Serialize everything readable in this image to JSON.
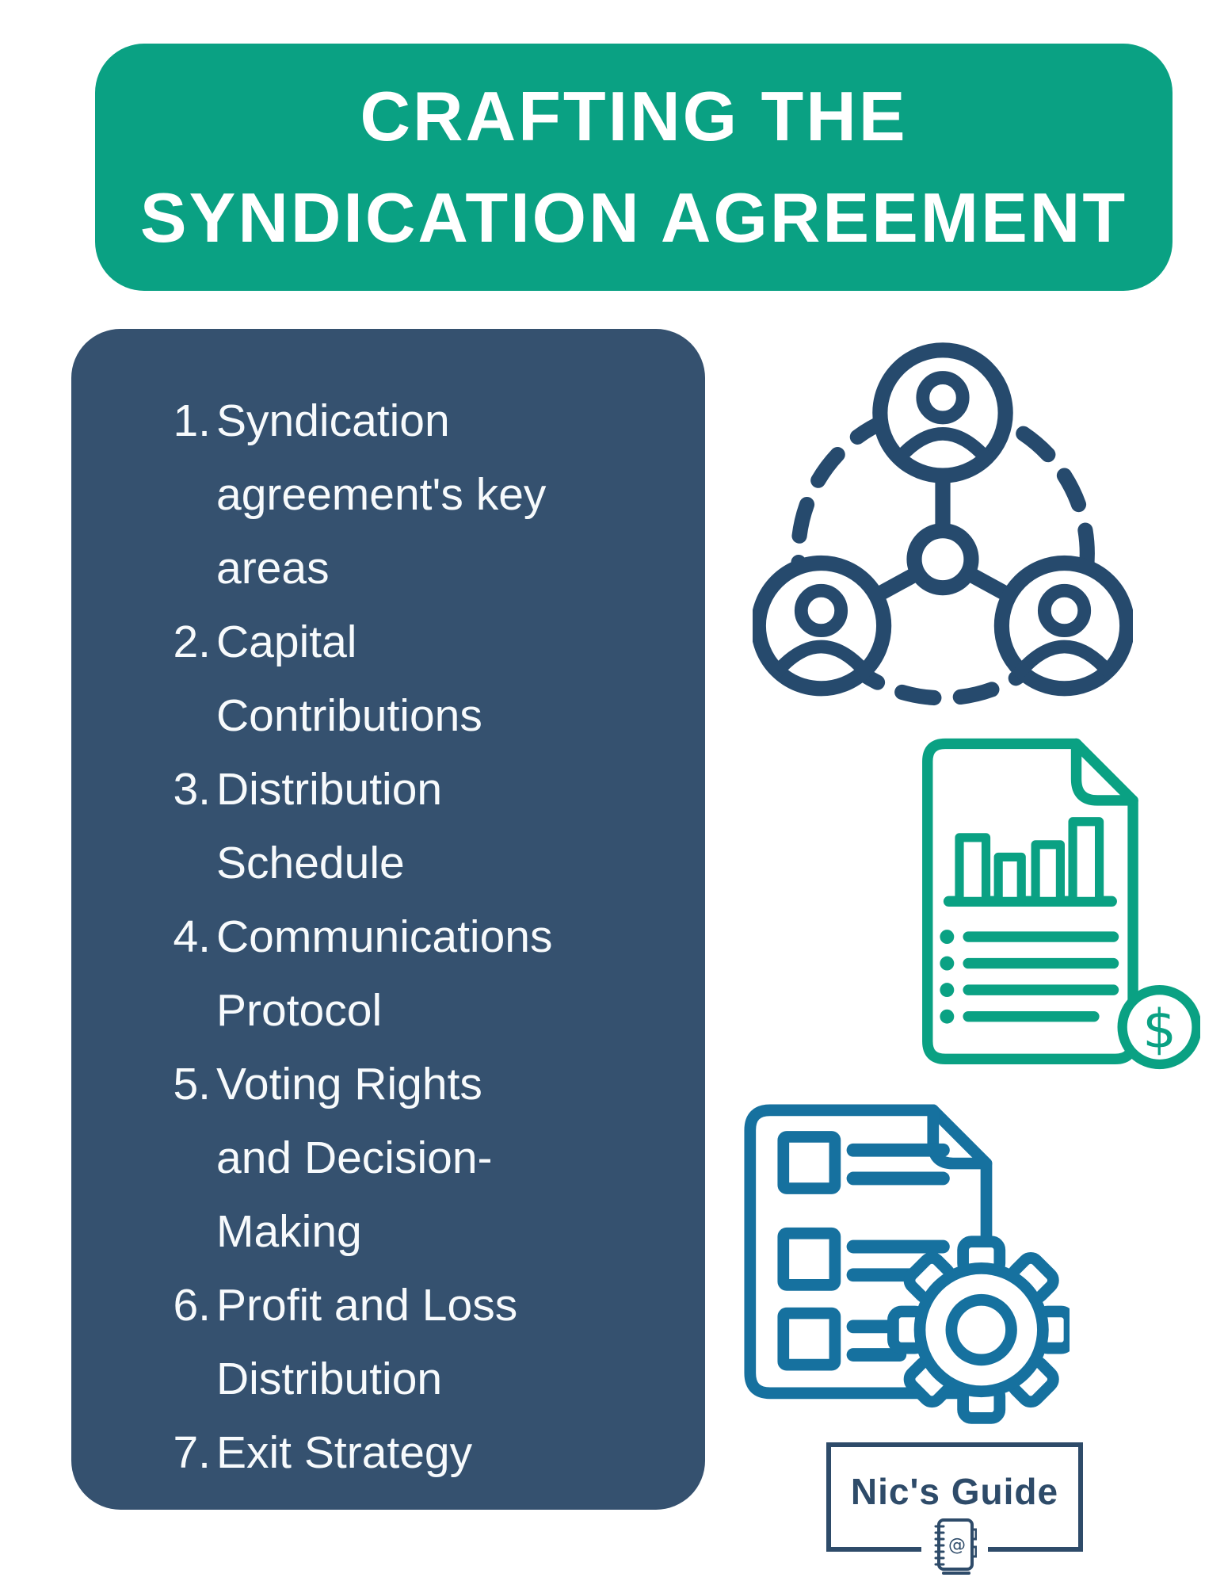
{
  "banner": {
    "line1": "CRAFTING THE",
    "line2": "SYNDICATION AGREEMENT",
    "bg_color": "#0aa183",
    "text_color": "#ffffff"
  },
  "list": {
    "bg_color": "#35516f",
    "text_color": "#f7fafc",
    "items": [
      {
        "num": "1.",
        "text": "Syndication\nagreement's key\nareas"
      },
      {
        "num": "2.",
        "text": "Capital\nContributions"
      },
      {
        "num": "3.",
        "text": "Distribution\nSchedule"
      },
      {
        "num": "4.",
        "text": "Communications\nProtocol"
      },
      {
        "num": "5.",
        "text": "Voting Rights\nand Decision-\nMaking"
      },
      {
        "num": "6.",
        "text": "Profit and Loss\nDistribution"
      },
      {
        "num": "7.",
        "text": "Exit Strategy"
      }
    ]
  },
  "icons": {
    "network": {
      "meaning": "syndicate partners network",
      "color": "#264a6d"
    },
    "report": {
      "meaning": "financial report with bar chart and dollar",
      "color": "#0aa183",
      "dollar_symbol": "$"
    },
    "checklist": {
      "meaning": "agreement checklist with gear",
      "color": "#16719f"
    }
  },
  "badge": {
    "label": "Nic's Guide",
    "at_symbol": "@",
    "color": "#2e4b69"
  }
}
